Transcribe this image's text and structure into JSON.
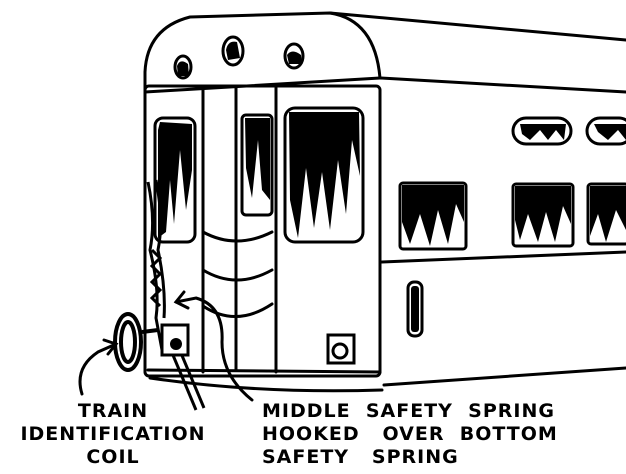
{
  "labels": {
    "coil": {
      "line1": "TRAIN",
      "line2": "IDENTIFICATION",
      "line3": "COIL"
    },
    "spring": {
      "line1": "MIDDLE  SAFETY  SPRING",
      "line2": "HOOKED   OVER  BOTTOM",
      "line3": "SAFETY   SPRING"
    }
  }
}
